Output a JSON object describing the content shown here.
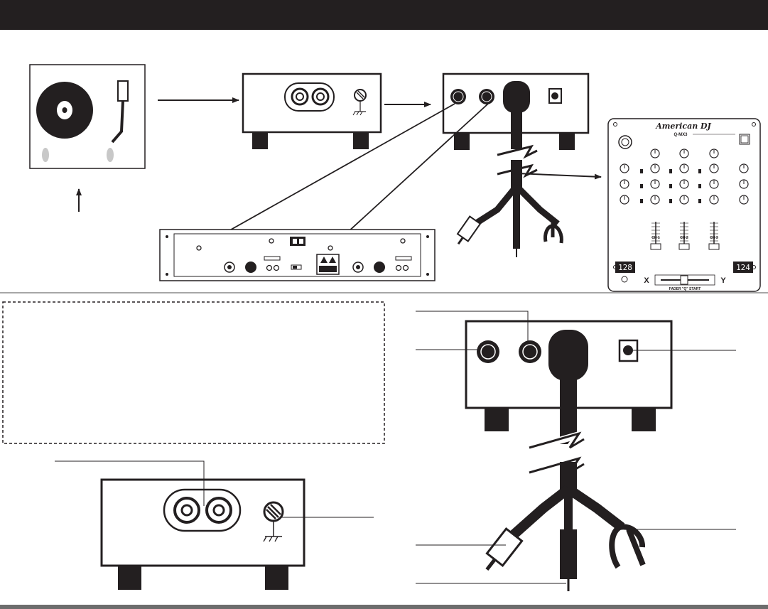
{
  "header": {
    "title": ""
  },
  "mixer": {
    "brand": "American DJ",
    "model": "Q-MX3",
    "channels": [
      "CH 1",
      "CH 2",
      "CH 3"
    ],
    "bpm_left": "128",
    "bpm_right": "124",
    "crossfader_left": "X",
    "crossfader_right": "Y",
    "fader_start_label": "FADER \"Q\" START"
  },
  "colors": {
    "ink": "#231f20",
    "gray_line": "#888888",
    "accent_bar": "#6d6d6d"
  }
}
